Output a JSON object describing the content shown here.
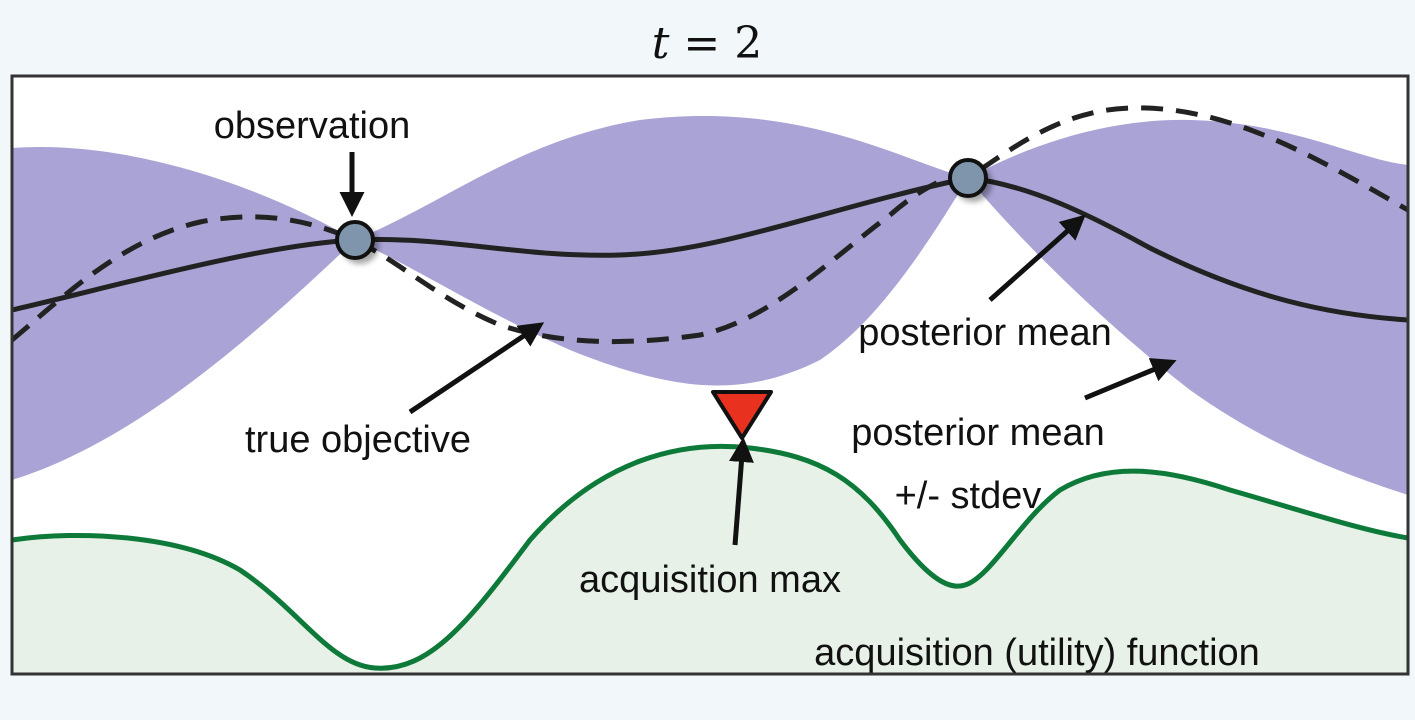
{
  "title": {
    "variable": "t",
    "equals": "=",
    "value": "2"
  },
  "labels": {
    "observation": "observation",
    "true_objective": "true objective",
    "posterior_mean": "posterior mean",
    "posterior_band_line1": "posterior mean",
    "posterior_band_line2": "+/- stdev",
    "acquisition_max": "acquisition max",
    "acquisition_function": "acquisition (utility) function"
  },
  "colors": {
    "posterior_band": "#a9a4d5",
    "posterior_mean": "#222222",
    "true_objective": "#222222",
    "observation_point": "#7f95ab",
    "acquisition_curve": "#0e7a3a",
    "acquisition_fill": "#e7f1e7",
    "acquisition_max_marker": "#e8321f"
  },
  "icons": {
    "observation_marker": "circle-marker",
    "acquisition_max_marker": "down-triangle-marker",
    "arrows": "arrow-icon"
  }
}
